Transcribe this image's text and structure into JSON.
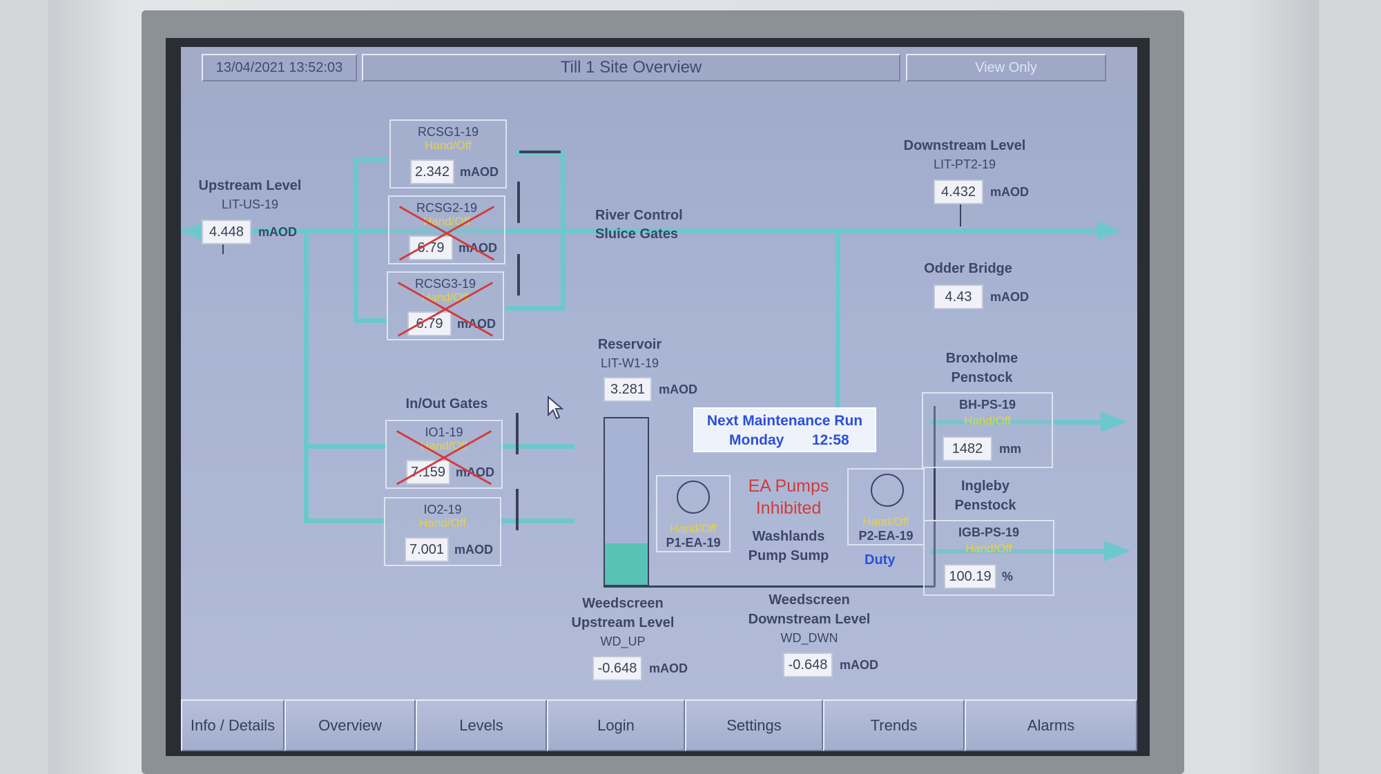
{
  "header": {
    "datetime": "13/04/2021 13:52:03",
    "title": "Till 1 Site Overview",
    "access_mode": "View Only"
  },
  "upstream": {
    "title": "Upstream Level",
    "tag": "LIT-US-19",
    "value": "4.448",
    "unit": "mAOD"
  },
  "gates": [
    {
      "name": "RCSG1-19",
      "mode": "Hand/Off",
      "value": "2.342",
      "unit": "mAOD",
      "crossed": false
    },
    {
      "name": "RCSG2-19",
      "mode": "Hand/Off",
      "value": "6.79",
      "unit": "mAOD",
      "crossed": true
    },
    {
      "name": "RCSG3-19",
      "mode": "Hand/Off",
      "value": "6.79",
      "unit": "mAOD",
      "crossed": true
    }
  ],
  "sluice_label_line1": "River Control",
  "sluice_label_line2": "Sluice Gates",
  "inout": {
    "title": "In/Out Gates",
    "gates": [
      {
        "name": "IO1-19",
        "mode": "Hand/Off",
        "value": "7.159",
        "unit": "mAOD",
        "crossed": true
      },
      {
        "name": "IO2-19",
        "mode": "Hand/Off",
        "value": "7.001",
        "unit": "mAOD",
        "crossed": false
      }
    ]
  },
  "reservoir": {
    "title": "Reservoir",
    "tag": "LIT-W1-19",
    "value": "3.281",
    "unit": "mAOD",
    "fill_fraction": 0.25
  },
  "maintenance": {
    "line1": "Next Maintenance Run",
    "day": "Monday",
    "time": "12:58"
  },
  "pumps": {
    "status_line1": "EA Pumps",
    "status_line2": "Inhibited",
    "sump_line1": "Washlands",
    "sump_line2": "Pump Sump",
    "p1": {
      "mode": "Hand/Off",
      "tag": "P1-EA-19"
    },
    "p2": {
      "mode": "Hand/Off",
      "tag": "P2-EA-19",
      "role": "Duty"
    }
  },
  "downstream": {
    "title": "Downstream Level",
    "tag": "LIT-PT2-19",
    "value": "4.432",
    "unit": "mAOD"
  },
  "odder": {
    "title": "Odder Bridge",
    "value": "4.43",
    "unit": "mAOD"
  },
  "broxholme": {
    "title1": "Broxholme",
    "title2": "Penstock",
    "tag": "BH-PS-19",
    "mode": "Hand/Off",
    "value": "1482",
    "unit": "mm"
  },
  "ingleby": {
    "title1": "Ingleby",
    "title2": "Penstock",
    "tag": "IGB-PS-19",
    "mode": "Hand/Off",
    "value": "100.19",
    "unit": "%"
  },
  "weed_up": {
    "line1": "Weedscreen",
    "line2": "Upstream Level",
    "tag": "WD_UP",
    "value": "-0.648",
    "unit": "mAOD"
  },
  "weed_dn": {
    "line1": "Weedscreen",
    "line2": "Downstream Level",
    "tag": "WD_DWN",
    "value": "-0.648",
    "unit": "mAOD"
  },
  "tabs": [
    "Info / Details",
    "Overview",
    "Levels",
    "Login",
    "Settings",
    "Trends",
    "Alarms"
  ],
  "colors": {
    "pipe": "#6cc8cc",
    "handoff": "#e5d24a",
    "alarm_red": "#d23b3b",
    "duty_blue": "#2c4fd8"
  }
}
